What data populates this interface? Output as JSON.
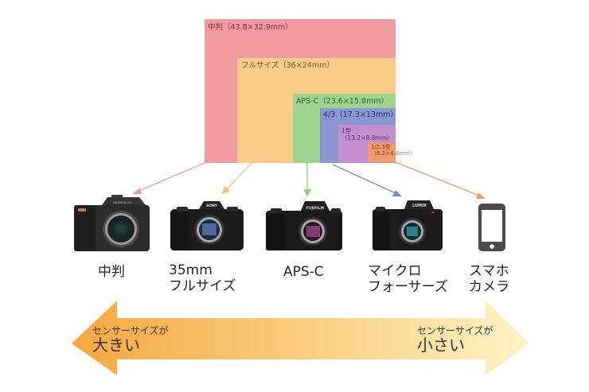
{
  "sensor_diagram": {
    "rects": [
      {
        "id": "medium",
        "label": "中判（43.8×32.9mm）",
        "color": "#f19aa0"
      },
      {
        "id": "full",
        "label": "フルサイズ（36×24mm）",
        "color": "#f9cc87"
      },
      {
        "id": "apsc",
        "label": "APS-C（23.6×15.8mm）",
        "color": "#9fd48e"
      },
      {
        "id": "m43",
        "label": "4/3（17.3×13mm）",
        "color": "#8a97d3"
      },
      {
        "id": "one_inch",
        "label_line1": "1型",
        "label_line2": "（13.2×8.8mm）",
        "color": "#c48fcf"
      },
      {
        "id": "small",
        "label_line1": "1/2.3型",
        "label_line2_a": "（6.2×4.",
        "label_line2_b": "6mm）",
        "color": "#f4996d"
      }
    ]
  },
  "pointer_colors": {
    "medium": "#ec9aa0",
    "full": "#f5c27a",
    "apsc": "#8fcf7d",
    "m43": "#7d89c8",
    "small": "#ef9a6b"
  },
  "cameras": [
    {
      "id": "medium",
      "icon": "medium-format-camera-icon",
      "line1": "中判",
      "line2": ""
    },
    {
      "id": "full",
      "icon": "full-frame-camera-icon",
      "brand": "SONY",
      "line1": "35mm",
      "line2": "フルサイズ"
    },
    {
      "id": "apsc",
      "icon": "apsc-camera-icon",
      "brand": "FUJIFILM",
      "line1": "APS-C",
      "line2": ""
    },
    {
      "id": "m43",
      "icon": "micro-four-thirds-camera-icon",
      "brand": "LUMIX",
      "line1": "マイクロ",
      "line2": "フォーサーズ"
    },
    {
      "id": "phone",
      "icon": "smartphone-icon",
      "line1": "スマホ",
      "line2": "カメラ"
    }
  ],
  "scale_arrow": {
    "left_small": "センサーサイズが",
    "left_big": "大きい",
    "right_small": "センサーサイズが",
    "right_big": "小さい",
    "gradient_start": "#f6a83f",
    "gradient_mid": "#fad084",
    "gradient_end": "#fdf4c6"
  }
}
